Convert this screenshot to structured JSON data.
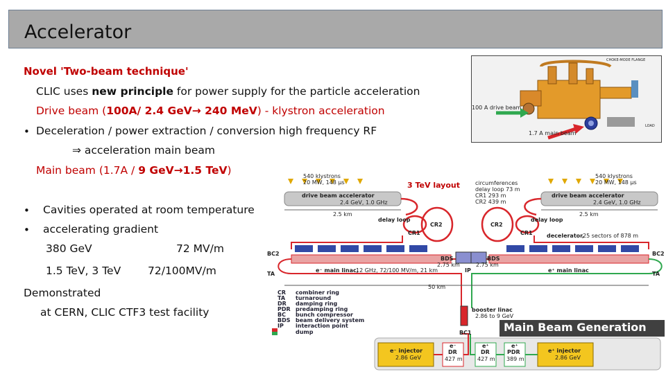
{
  "title": "Accelerator",
  "left": {
    "novel": "Novel 'Two-beam technique'",
    "clic_pre": "CLIC uses ",
    "clic_bold": "new principle",
    "clic_post": " for power supply for the particle acceleration",
    "drive_pre": "Drive beam (",
    "drive_bold": "100A/ 2.4 GeV→ 240 MeV",
    "drive_post": ") - klystron acceleration",
    "decel": "Deceleration / power extraction / conversion high frequency RF",
    "accel_main": "⇒ acceleration main beam",
    "main_pre": "Main beam (1.7A / ",
    "main_bold": "9 GeV→1.5 TeV",
    "main_post": ")",
    "cavities": "Cavities operated at room temperature",
    "gradient": "accelerating gradient",
    "e380": "380 GeV",
    "mv72": "72 MV/m",
    "e15": "1.5 TeV,  3 TeV",
    "mv72100": "72/100MV/m",
    "demonstrated": "Demonstrated",
    "at_cern": "at CERN, CLIC CTF3 test facility"
  },
  "photo": {
    "top_label": "CHOKE-MODE FLANGE",
    "drive_label": "100 A drive beam",
    "main_label": "1.7 A main beam",
    "load_label": "LOAD"
  },
  "diagram": {
    "layout_title": "3 TeV layout",
    "klystrons_left": "540 klystrons",
    "klystrons_left_sub": "20 MW, 148 μs",
    "klystrons_right": "540 klystrons",
    "klystrons_right_sub": "20 MW, 148 μs",
    "circ_title": "circumferences",
    "circ_1": "delay loop 73 m",
    "circ_2": "CR1 293 m",
    "circ_3": "CR2 439 m",
    "dba_left": "drive beam accelerator",
    "dba_left_sub": "2.4 GeV, 1.0 GHz",
    "dba_right": "drive beam accelerator",
    "dba_right_sub": "2.4 GeV, 1.0 GHz",
    "km_left": "2.5 km",
    "km_right": "2.5 km",
    "delay_left": "delay loop",
    "delay_right": "delay loop",
    "cr1_left": "CR1",
    "cr1_right": "CR1",
    "cr2_left": "CR2",
    "cr2_right": "CR2",
    "decelerator": "decelerator,",
    "decelerator_sub": "25 sectors of 878 m",
    "bc2_left": "BC2",
    "bc2_right": "BC2",
    "bds_left": "BDS",
    "bds_left_km": "2.75 km",
    "bds_right": "BDS",
    "bds_right_km": "2.75 km",
    "ip": "IP",
    "linac_left": "e⁻ main linac,",
    "linac_left_sub": "12 GHz, 72/100 MV/m, 21 km",
    "linac_right": "e⁺ main linac",
    "ta_left": "TA",
    "ta_right": "TA",
    "km50": "50 km",
    "legend": [
      {
        "abbr": "CR",
        "text": "combiner ring"
      },
      {
        "abbr": "TA",
        "text": "turnaround"
      },
      {
        "abbr": "DR",
        "text": "damping ring"
      },
      {
        "abbr": "PDR",
        "text": "predamping ring"
      },
      {
        "abbr": "BC",
        "text": "bunch compressor"
      },
      {
        "abbr": "BDS",
        "text": "beam delivery system"
      },
      {
        "abbr": "IP",
        "text": "interaction point"
      },
      {
        "abbr": "",
        "text": "dump"
      }
    ],
    "booster": "booster linac",
    "booster_sub": "2.86 to 9 GeV",
    "bc1": "BC1",
    "mbg": "Main Beam Generation",
    "inj_left": "e⁻ injector",
    "inj_left_sub": "2.86 GeV",
    "dr_left": "e⁻",
    "dr_left_name": "DR",
    "dr_left_len": "427 m",
    "dr_right": "e⁺",
    "dr_right_name": "DR",
    "dr_right_len": "427 m",
    "pdr": "e⁺",
    "pdr_name": "PDR",
    "pdr_len": "389 m",
    "inj_right": "e⁺ injector",
    "inj_right_sub": "2.86 GeV"
  },
  "colors": {
    "red_text": "#c00000",
    "beam_red": "#d8262b",
    "beam_green": "#2fa84f",
    "title_bg": "#a9a9a9",
    "injector_yellow": "#f3c61f"
  }
}
